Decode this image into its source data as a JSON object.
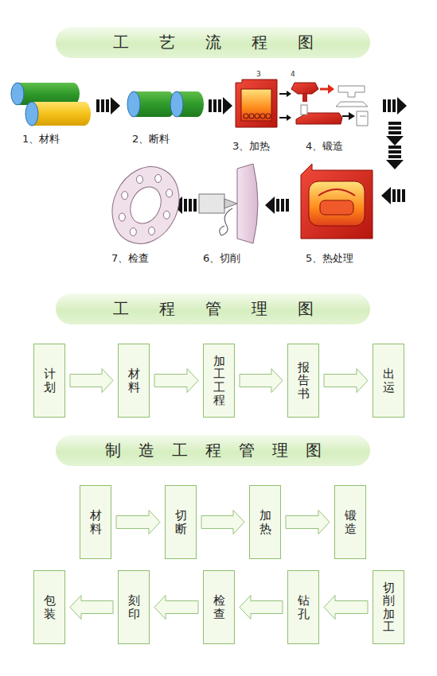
{
  "diagram": {
    "nodes": [
      {
        "text": [
          "工艺流程图"
        ]
      },
      {
        "text": [
          "工程管理图"
        ]
      },
      {
        "text": [
          "计划"
        ]
      },
      {
        "text": [
          "材料"
        ]
      },
      {
        "text": [
          "加工工程"
        ]
      },
      {
        "text": [
          "报告书"
        ]
      },
      {
        "text": [
          "出运"
        ]
      },
      {
        "text": [
          "制造工程管理图"
        ]
      },
      {
        "text": [
          "材料"
        ]
      },
      {
        "text": [
          "切断"
        ]
      },
      {
        "text": [
          "加热"
        ]
      },
      {
        "text": [
          "锻造"
        ]
      },
      {
        "text": [
          "切削加工"
        ]
      },
      {
        "text": [
          "钻孔"
        ]
      },
      {
        "text": [
          "检查"
        ]
      },
      {
        "text": [
          "刻印"
        ]
      },
      {
        "text": [
          "包装"
        ]
      }
    ],
    "edges": [
      {
        "from": 2,
        "to": 3,
        "arrow": "to"
      },
      {
        "from": 3,
        "to": 4,
        "arrow": "to"
      },
      {
        "from": 4,
        "to": 5,
        "arrow": "to"
      },
      {
        "from": 5,
        "to": 6,
        "arrow": "to"
      },
      {
        "from": 8,
        "to": 9,
        "arrow": "to"
      },
      {
        "from": 9,
        "to": 10,
        "arrow": "to"
      },
      {
        "from": 10,
        "to": 11,
        "arrow": "to"
      },
      {
        "from": 12,
        "to": 13,
        "arrow": "to"
      },
      {
        "from": 13,
        "to": 14,
        "arrow": "to"
      },
      {
        "from": 14,
        "to": 15,
        "arrow": "to"
      },
      {
        "from": 15,
        "to": 16,
        "arrow": "to"
      }
    ],
    "labels": [
      "1、材料",
      "2、断料",
      "3、加热",
      "4、锻造",
      "5、热处理",
      "6、切削",
      "7、检查",
      "3",
      "4"
    ]
  }
}
